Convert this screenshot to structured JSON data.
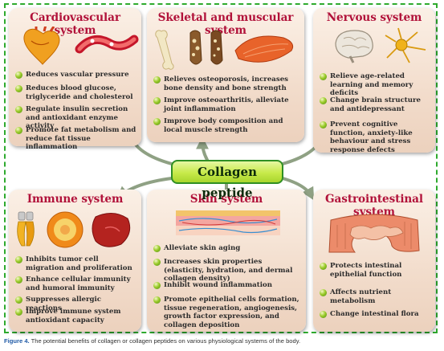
{
  "center_label": "Collagen peptide",
  "panels": {
    "cardio": {
      "title": "Cardiovascular system",
      "icons": [
        "heart-icon",
        "blood-vessel-icon"
      ],
      "items": [
        "Reduces vascular pressure",
        "Reduces blood glucose, triglyceride and cholesterol",
        "Regulate insulin secretion and antioxidant enzyme activity",
        "Promote fat metabolism and reduce fat tissue inflammation"
      ]
    },
    "skeletal": {
      "title": "Skeletal and muscular system",
      "icons": [
        "bone-icon",
        "bone-tissue-icon",
        "bone-tissue-icon",
        "muscle-icon"
      ],
      "items": [
        "Relieves osteoporosis, increases bone density and bone strength",
        "Improve osteoarthritis, alleviate joint inflammation",
        "Improve body composition and local muscle strength"
      ]
    },
    "nervous": {
      "title": "Nervous system",
      "icons": [
        "brain-icon",
        "neuron-icon"
      ],
      "items": [
        "Relieve age-related learning and memory deficits",
        "Change brain structure and antidepressant",
        "Prevent cognitive function, anxiety-like behaviour and stress response defects"
      ]
    },
    "immune": {
      "title": "Immune system",
      "icons": [
        "thymus-icon",
        "cell-icon",
        "spleen-icon"
      ],
      "items": [
        "Inhibits tumor cell migration and proliferation",
        "Enhance cellular immunity and humoral immunity",
        "Suppresses allergic reactions",
        "Improve immune system antioxidant capacity"
      ]
    },
    "skin": {
      "title": "Skin system",
      "icons": [
        "skin-layers-icon"
      ],
      "items": [
        "Alleviate skin aging",
        "Increases skin properties (elasticity, hydration, and dermal collagen density)",
        "Inhibit wound inflammation",
        "Promote epithelial cells formation, tissue regeneration, angiogenesis, growth factor expression, and collagen deposition"
      ]
    },
    "gi": {
      "title": "Gastrointestinal system",
      "icons": [
        "intestine-icon"
      ],
      "items": [
        "Protects intestinal epithelial function",
        "Affects nutrient metabolism",
        "Change intestinal flora"
      ]
    }
  },
  "caption": {
    "label": "Figure 4.",
    "text": "The potential benefits of collagen or collagen peptides on various physiological systems of the body."
  },
  "colors": {
    "title": "#b1123a",
    "border": "#2eaa2e",
    "center_fill": "#c7ea4a",
    "arrow": "#8fa184"
  }
}
